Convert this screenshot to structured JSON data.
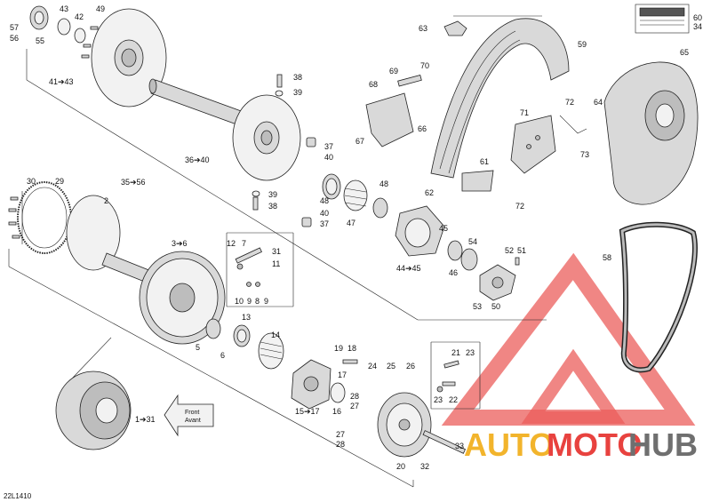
{
  "diagram_ref": "22L1410",
  "labels": {
    "p43": "43",
    "p42": "42",
    "p49": "49",
    "p57": "57",
    "p56": "56",
    "p55": "55",
    "p41_43": "41➔43",
    "p38a": "38",
    "p39a": "39",
    "p36_40": "36➔40",
    "p37a": "37",
    "p40a": "40",
    "p35_56": "35➔56",
    "p30": "30",
    "p29": "29",
    "p2": "2",
    "p39b": "39",
    "p38b": "38",
    "p40b": "40",
    "p37b": "37",
    "p48a": "48",
    "p47": "47",
    "p48b": "48",
    "p45": "45",
    "p44_45": "44➔45",
    "p46": "46",
    "p54": "54",
    "p52": "52",
    "p51": "51",
    "p53": "53",
    "p50": "50",
    "p3_6": "3➔6",
    "p12": "12",
    "p7": "7",
    "p31a": "31",
    "p11": "11",
    "p10": "10",
    "p9a": "9",
    "p8": "8",
    "p9b": "9",
    "p13": "13",
    "p14": "14",
    "p5": "5",
    "p6": "6",
    "p19": "19",
    "p18": "18",
    "p17a": "17",
    "p16": "16",
    "p15_17": "15➔17",
    "p24": "24",
    "p25": "25",
    "p26": "26",
    "p28a": "28",
    "p27a": "27",
    "p27b": "27",
    "p28b": "28",
    "p21": "21",
    "p23a": "23",
    "p23b": "23",
    "p22": "22",
    "p20": "20",
    "p32": "32",
    "p33": "33",
    "p1_31": "1➔31",
    "p63": "63",
    "p59": "59",
    "p60": "60",
    "p34": "34",
    "p69": "69",
    "p70": "70",
    "p68": "68",
    "p66": "66",
    "p67": "67",
    "p61": "61",
    "p62": "62",
    "p72a": "72",
    "p71": "71",
    "p73": "73",
    "p72b": "72",
    "p64": "64",
    "p65": "65",
    "p58": "58"
  },
  "front_sign": {
    "line1": "Front",
    "line2": "Avant"
  },
  "watermark": {
    "word1": "AUTO",
    "word2": "MOTO",
    "word3": "HUB",
    "color_red": "#e8423f",
    "color_yellow": "#f2b42c",
    "color_gray": "#6f6f6f"
  }
}
